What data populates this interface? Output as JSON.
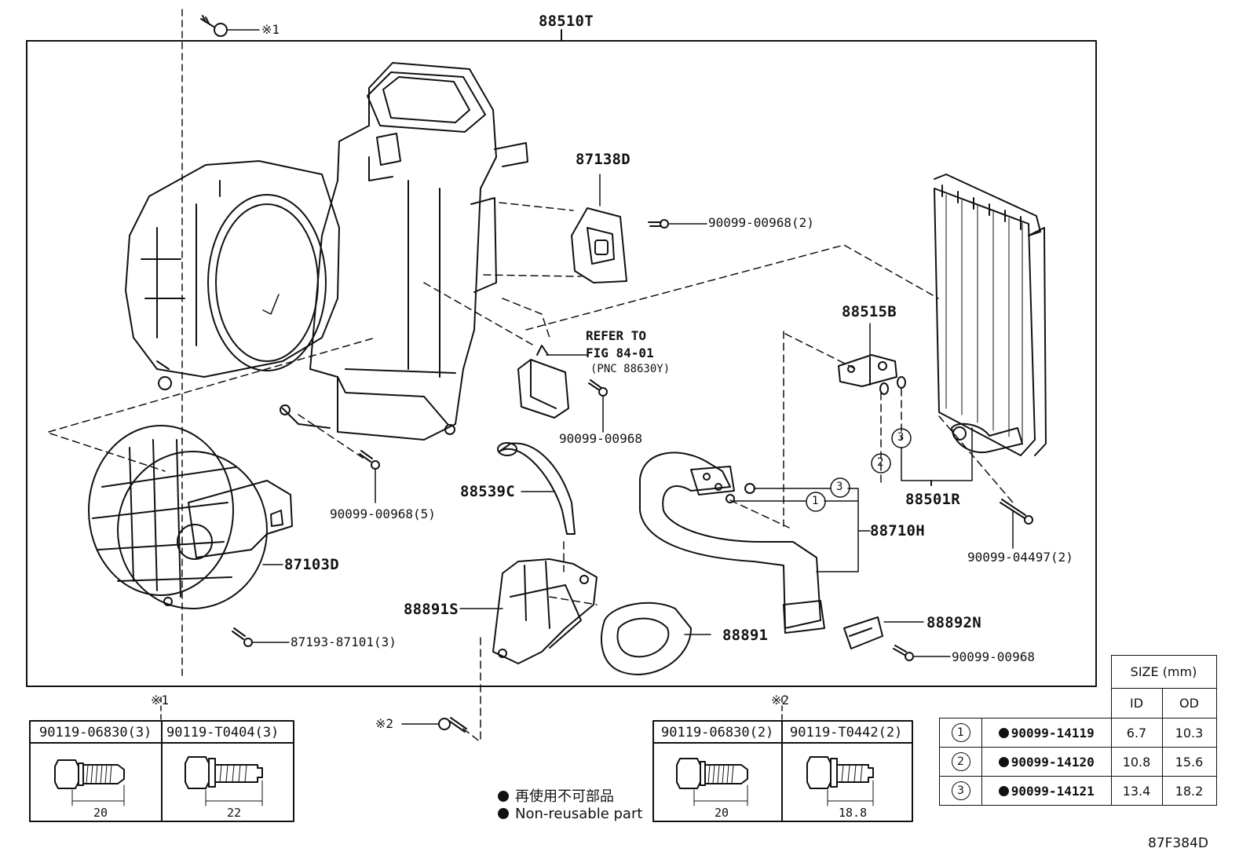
{
  "assembly": {
    "part_no": "88510T"
  },
  "callouts": {
    "note1_mark": "※1",
    "note2_mark": "※2",
    "p87138D": "87138D",
    "screw_00968_2": "90099-00968(2)",
    "p88515B": "88515B",
    "refer_line1": "REFER TO",
    "refer_line2": "FIG 84-01",
    "refer_line3": "(PNC 88630Y)",
    "screw_00968_a": "90099-00968",
    "p88539C": "88539C",
    "screw_00968_5": "90099-00968(5)",
    "p87103D": "87103D",
    "screw_87101_3": "87193-87101(3)",
    "p88891S": "88891S",
    "p88891": "88891",
    "p88710H": "88710H",
    "p88501R": "88501R",
    "screw_04497_2": "90099-04497(2)",
    "p88892N": "88892N",
    "screw_00968_b": "90099-00968",
    "ring1": "1",
    "ring2": "2",
    "ring3": "3",
    "ring3b": "3",
    "ring1b": "1",
    "ring2b": "2"
  },
  "bolt_table_1": {
    "mark": "※1",
    "col1": {
      "part": "90119-06830(3)",
      "length": "20"
    },
    "col2": {
      "part": "90119-T0404(3)",
      "length": "22"
    }
  },
  "bolt_table_2": {
    "mark": "※2",
    "col1": {
      "part": "90119-06830(2)",
      "length": "20"
    },
    "col2": {
      "part": "90119-T0442(2)",
      "length": "18.8"
    }
  },
  "legend": {
    "jp": "再使用不可部品",
    "en": "Non-reusable part"
  },
  "size_table": {
    "header": "SIZE (mm)",
    "col_id": "ID",
    "col_od": "OD",
    "rows": [
      {
        "num": "1",
        "part": "90099-14119",
        "id": "6.7",
        "od": "10.3"
      },
      {
        "num": "2",
        "part": "90099-14120",
        "id": "10.8",
        "od": "15.6"
      },
      {
        "num": "3",
        "part": "90099-14121",
        "id": "13.4",
        "od": "18.2"
      }
    ]
  },
  "figure_id": "87F384D"
}
